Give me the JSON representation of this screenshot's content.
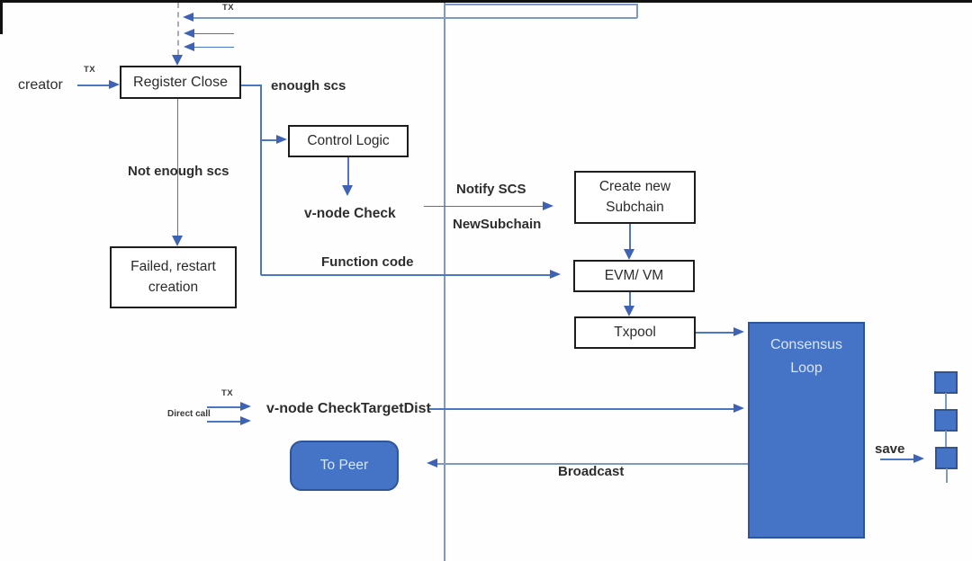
{
  "diagram": {
    "labels": {
      "tx_top": "TX",
      "creator": "creator",
      "tx_creator": "TX",
      "enough_scs": "enough scs",
      "not_enough_scs": "Not enough scs",
      "v_node_check": "v-node Check",
      "notify_scs": "Notify SCS",
      "new_subchain": "NewSubchain",
      "function_code": "Function code",
      "tx_direct": "TX",
      "direct_call": "Direct call",
      "v_node_check_target_dist": "v-node CheckTargetDist",
      "broadcast": "Broadcast",
      "save": "save"
    },
    "nodes": {
      "register_close": {
        "label": "Register Close"
      },
      "control_logic": {
        "label": "Control Logic"
      },
      "failed_restart": {
        "line1": "Failed, restart",
        "line2": "creation"
      },
      "create_new_subchain": {
        "line1": "Create new",
        "line2": "Subchain"
      },
      "evm_vm": {
        "label": "EVM/ VM"
      },
      "txpool": {
        "label": "Txpool"
      },
      "consensus_loop": {
        "line1": "Consensus",
        "line2": "Loop"
      },
      "to_peer": {
        "label": "To Peer"
      }
    },
    "colors": {
      "arrow_blue": "#4a76c2",
      "arrowhead_blue": "#3e63b5",
      "node_fill_blue": "#4573c6",
      "node_border_blue": "#2f5597",
      "node_border_black": "#1d1d1d",
      "divider_blue_gray": "#7d99c7",
      "text_dark": "#2e2e2e",
      "text_light": "#d9e6fa"
    }
  }
}
